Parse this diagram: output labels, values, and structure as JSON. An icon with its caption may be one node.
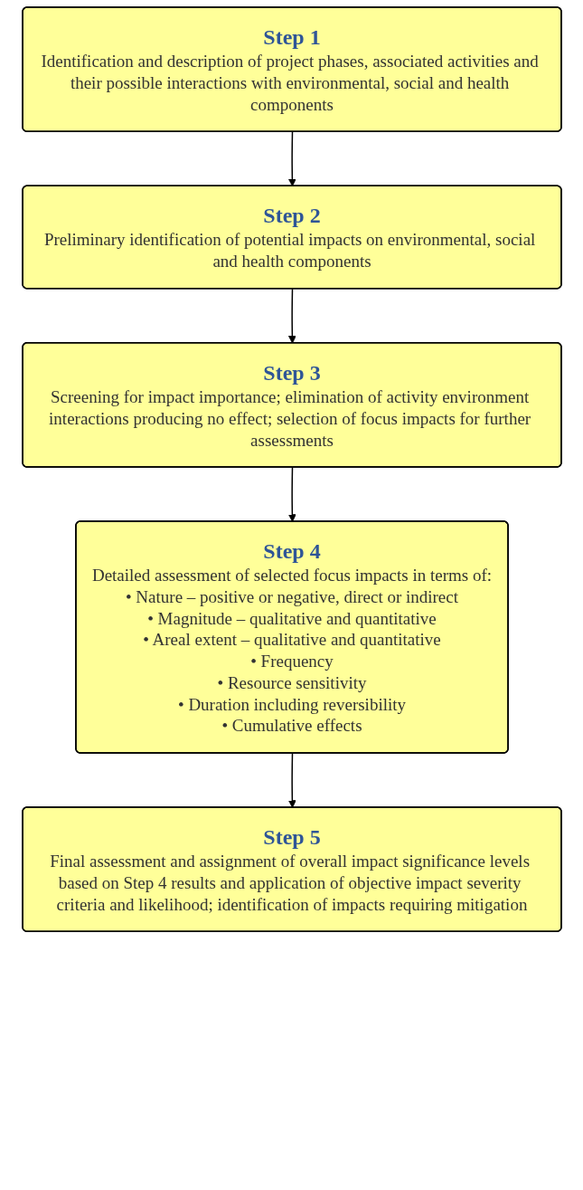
{
  "diagram": {
    "nodes": [
      {
        "text": [
          "Step 1",
          "Identification and description of project phases, associated activities and their possible interactions with environmental, social and health components"
        ]
      },
      {
        "text": [
          "Step 2",
          "Preliminary identification of potential impacts on environmental, social and health components"
        ]
      },
      {
        "text": [
          "Step 3",
          "Screening for impact importance; elimination of activity environment interactions producing no effect; selection of focus impacts for further assessments"
        ]
      },
      {
        "text": [
          "Step 4",
          "Detailed assessment of selected focus impacts in terms of:",
          "• Nature – positive or negative, direct or indirect",
          "• Magnitude – qualitative and quantitative",
          "• Areal extent – qualitative and quantitative",
          "• Frequency",
          "• Resource sensitivity",
          "• Duration including reversibility",
          "• Cumulative effects"
        ]
      },
      {
        "text": [
          "Step 5",
          "Final assessment and assignment of overall impact significance levels based on Step 4 results and application of objective impact severity criteria and likelihood; identification of impacts requiring mitigation"
        ]
      }
    ],
    "edges": [
      {
        "from": 0,
        "to": 1,
        "arrow": "to"
      },
      {
        "from": 1,
        "to": 2,
        "arrow": "to"
      },
      {
        "from": 2,
        "to": 3,
        "arrow": "to"
      },
      {
        "from": 3,
        "to": 4,
        "arrow": "to"
      }
    ]
  }
}
